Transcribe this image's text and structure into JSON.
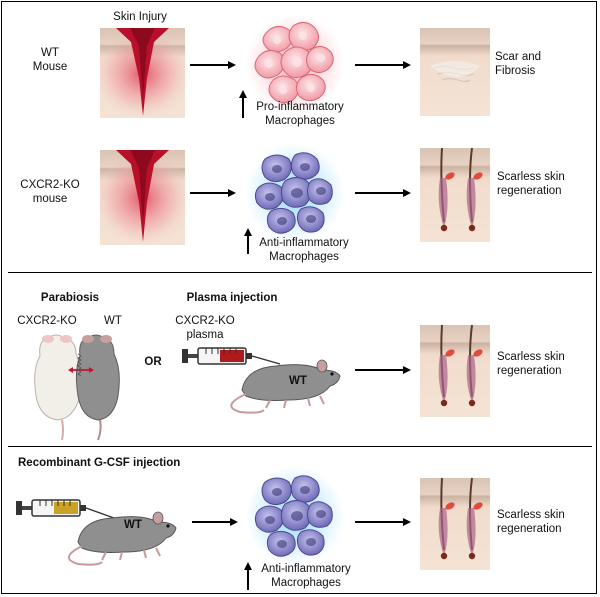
{
  "panel1": {
    "skin_injury": "Skin Injury",
    "wt_label_line1": "WT",
    "wt_label_line2": "Mouse",
    "pro_label_line1": "Pro-inflammatory",
    "pro_label_line2": "Macrophages",
    "scar_line1": "Scar and",
    "scar_line2": "Fibrosis",
    "ko_label_line1": "CXCR2-KO",
    "ko_label_line2": "mouse",
    "anti_label_line1": "Anti-inflammatory",
    "anti_label_line2": "Macrophages",
    "regen_line1": "Scarless skin",
    "regen_line2": "regeneration"
  },
  "panel2": {
    "parabiosis_title": "Parabiosis",
    "ko_label": "CXCR2-KO",
    "wt_label": "WT",
    "or_label": "OR",
    "plasma_title": "Plasma injection",
    "plasma_line1": "CXCR2-KO",
    "plasma_line2": "plasma",
    "mouse_label": "WT",
    "regen_line1": "Scarless skin",
    "regen_line2": "regeneration"
  },
  "panel3": {
    "title": "Recombinant G-CSF injection",
    "mouse_label": "WT",
    "anti_label_line1": "Anti-inflammatory",
    "anti_label_line2": "Macrophages",
    "regen_line1": "Scarless skin",
    "regen_line2": "regeneration"
  },
  "colors": {
    "wound": "#c8102e",
    "pro_macrophage": "#f3a3ad",
    "anti_macrophage": "#8a86c8",
    "skin": "#efd9c8",
    "mouse_grey": "#8f8f8f",
    "mouse_white": "#f2efe9",
    "syringe_red": "#b11a1a",
    "syringe_gold": "#c9a227"
  }
}
